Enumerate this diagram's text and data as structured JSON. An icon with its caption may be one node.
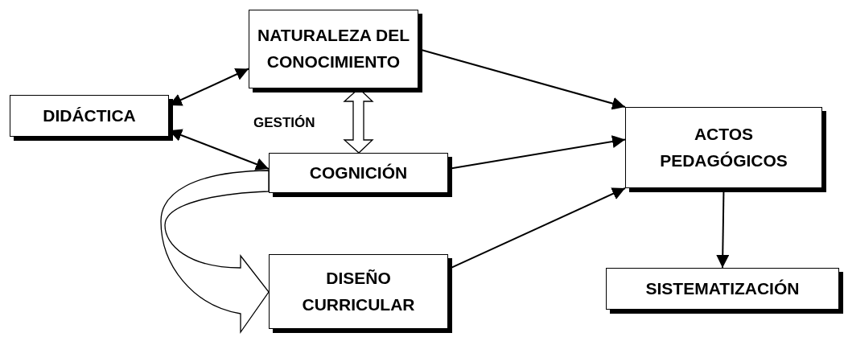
{
  "diagram": {
    "nodes": [
      {
        "text": [
          "DIDÁCTICA"
        ]
      },
      {
        "text": [
          "NATURALEZA DEL CONOCIMIENTO"
        ]
      },
      {
        "text": [
          "COGNICIÓN"
        ]
      },
      {
        "text": [
          "DISEÑO CURRICULAR"
        ]
      },
      {
        "text": [
          "ACTOS PEDAGÓGICOS"
        ]
      },
      {
        "text": [
          "SISTEMATIZACIÓN"
        ]
      }
    ],
    "edges": [
      {
        "from": 0,
        "to": 1,
        "arrow": "both"
      },
      {
        "from": 1,
        "to": 2,
        "arrow": "both",
        "label": "GESTIÓN",
        "style": "thick"
      },
      {
        "from": 0,
        "to": 2,
        "arrow": "both"
      },
      {
        "from": 2,
        "to": 3,
        "arrow": "to",
        "style": "thick"
      },
      {
        "from": 1,
        "to": 4,
        "arrow": "to"
      },
      {
        "from": 2,
        "to": 4,
        "arrow": "to"
      },
      {
        "from": 3,
        "to": 4,
        "arrow": "to"
      },
      {
        "from": 4,
        "to": 5,
        "arrow": "to"
      }
    ]
  }
}
